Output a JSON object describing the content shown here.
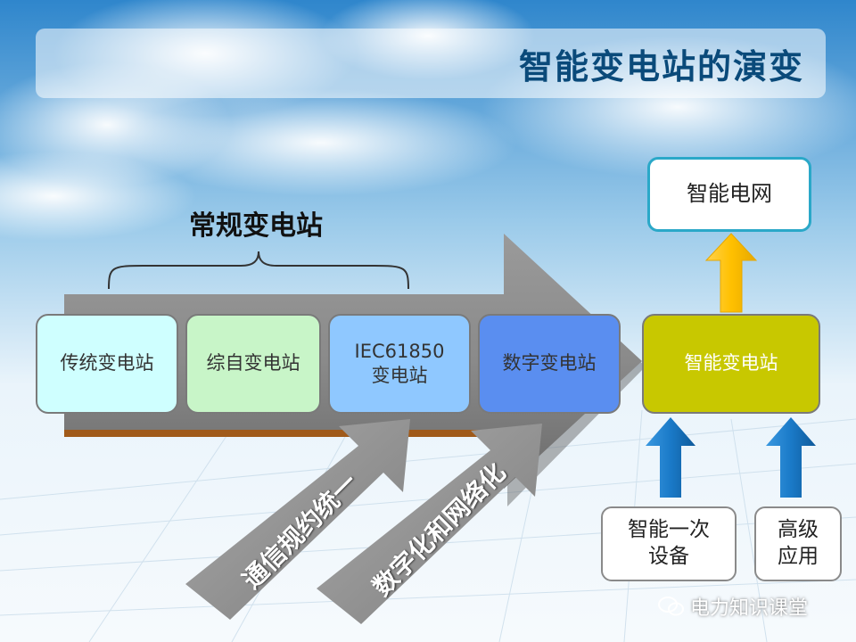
{
  "title": "智能变电站的演变",
  "conventional_label": "常规变电站",
  "stages": [
    {
      "label": "传统变电站",
      "color": "#cfffff"
    },
    {
      "label": "综自变电站",
      "color": "#c8f5c8"
    },
    {
      "label": "IEC61850\n变电站",
      "color": "#8fc8ff"
    },
    {
      "label": "数字变电站",
      "color": "#5a8ef0"
    }
  ],
  "smart_substation": {
    "label": "智能变电站",
    "color": "#c8c800"
  },
  "smart_grid": {
    "label": "智能电网",
    "border": "#2aa8c8"
  },
  "inputs": [
    {
      "label": "智能一次\n设备"
    },
    {
      "label": "高级\n应用"
    }
  ],
  "drivers": [
    "通信规约统一",
    "数字化和网络化"
  ],
  "watermark": "电力知识课堂",
  "colors": {
    "arrow_up": "#ffc000",
    "arrow_in": "#1a7ac8",
    "title": "#0a4a7a"
  }
}
